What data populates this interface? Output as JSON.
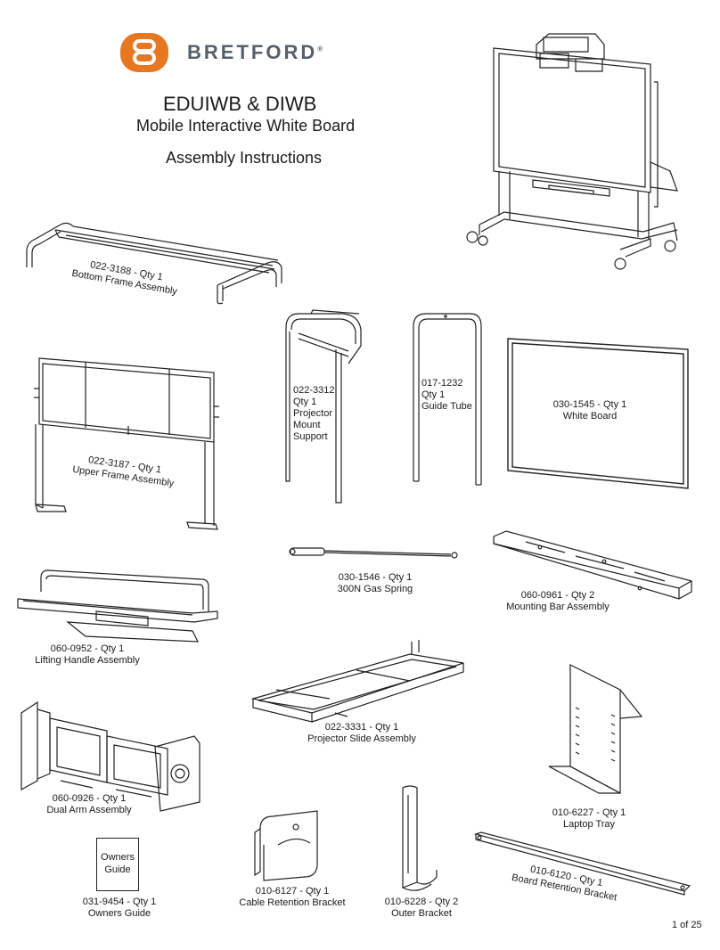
{
  "brand": {
    "logo_letter": "B",
    "name": "BRETFORD",
    "registered": "®",
    "logo_color": "#e87722",
    "name_color": "#56606a"
  },
  "title": {
    "line1": "EDUIWB  & DIWB",
    "line2": "Mobile Interactive White Board",
    "line3": "Assembly Instructions"
  },
  "parts": [
    {
      "lines": [
        "022-3188 - Qty 1",
        "Bottom Frame Assembly"
      ]
    },
    {
      "lines": [
        "022-3312",
        "Qty 1",
        "Projector",
        "Mount",
        "Support"
      ]
    },
    {
      "lines": [
        "017-1232",
        "Qty 1",
        "Guide Tube"
      ]
    },
    {
      "lines": [
        "030-1545 - Qty 1",
        "White Board"
      ]
    },
    {
      "lines": [
        "022-3187 - Qty 1",
        "Upper Frame Assembly"
      ]
    },
    {
      "lines": [
        "030-1546 - Qty 1",
        "300N Gas Spring"
      ]
    },
    {
      "lines": [
        "060-0961 - Qty 2",
        "Mounting Bar Assembly"
      ]
    },
    {
      "lines": [
        "060-0952 - Qty 1",
        "Lifting Handle Assembly"
      ]
    },
    {
      "lines": [
        "022-3331 - Qty 1",
        "Projector Slide Assembly"
      ]
    },
    {
      "lines": [
        "060-0926 - Qty 1",
        "Dual Arm Assembly"
      ]
    },
    {
      "lines": [
        "010-6227 - Qty 1",
        "Laptop Tray"
      ]
    },
    {
      "lines": [
        "031-9454 - Qty 1",
        "Owners Guide"
      ]
    },
    {
      "lines": [
        "010-6127 - Qty 1",
        "Cable Retention Bracket"
      ]
    },
    {
      "lines": [
        "010-6228 - Qty 2",
        "Outer Bracket"
      ]
    },
    {
      "lines": [
        "010-6120 - Qty 1",
        "Board Retention Bracket"
      ]
    }
  ],
  "owners_guide_box": {
    "line1": "Owners",
    "line2": "Guide"
  },
  "page": {
    "label": "1 of 25"
  }
}
